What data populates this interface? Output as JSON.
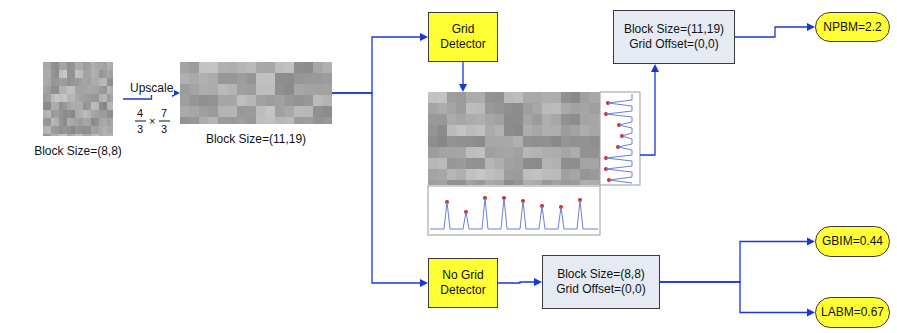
{
  "diagram": {
    "nodes": [
      {
        "text": [
          "Block Size=(8,8)"
        ]
      },
      {
        "text": [
          "Block Size=(11,19)"
        ]
      },
      {
        "text": [
          "Grid Detector"
        ]
      },
      {
        "text": [
          "Block Size=(11,19)",
          "Grid Offset=(0,0)"
        ]
      },
      {
        "text": [
          "NPBM=2.2"
        ]
      },
      {
        "text": [
          "No Grid Detector"
        ]
      },
      {
        "text": [
          "Block Size=(8,8)",
          "Grid Offset=(0,0)"
        ]
      },
      {
        "text": [
          "GBIM=0.44"
        ]
      },
      {
        "text": [
          "LABM=0.67"
        ]
      }
    ],
    "edges": [
      {
        "from": 0,
        "to": 1,
        "arrow": "to",
        "label": "Upscale"
      },
      {
        "from": 1,
        "to": 2,
        "arrow": "to"
      },
      {
        "from": 1,
        "to": 5,
        "arrow": "to"
      },
      {
        "from": 3,
        "to": 4,
        "arrow": "to"
      },
      {
        "from": 5,
        "to": 6,
        "arrow": "to"
      },
      {
        "from": 6,
        "to": 7,
        "arrow": "to"
      },
      {
        "from": 6,
        "to": 8,
        "arrow": "to"
      }
    ],
    "labels": [
      "4",
      "3",
      "×",
      "7",
      "3"
    ]
  }
}
